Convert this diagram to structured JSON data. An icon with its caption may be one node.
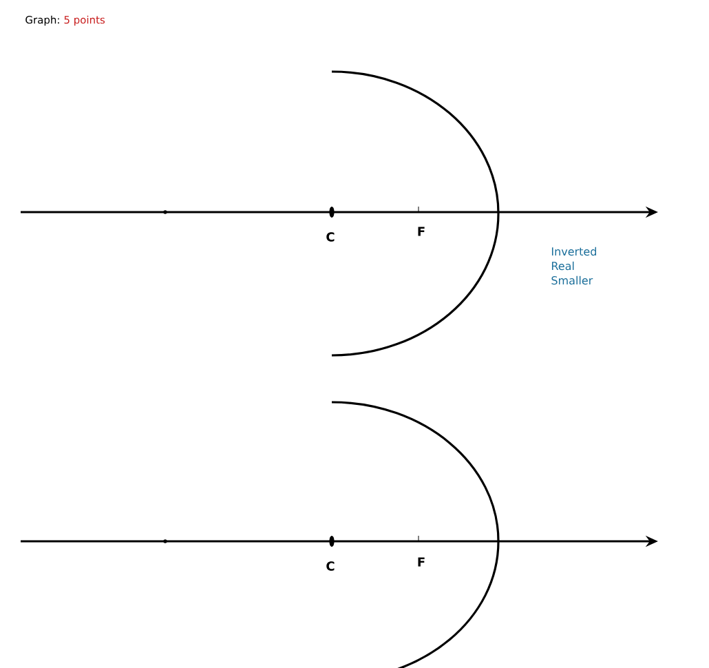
{
  "diagram": {
    "labels": [
      "Graph:",
      "5 points",
      "C",
      "F",
      "Inverted Real Smaller",
      "C",
      "F"
    ]
  }
}
